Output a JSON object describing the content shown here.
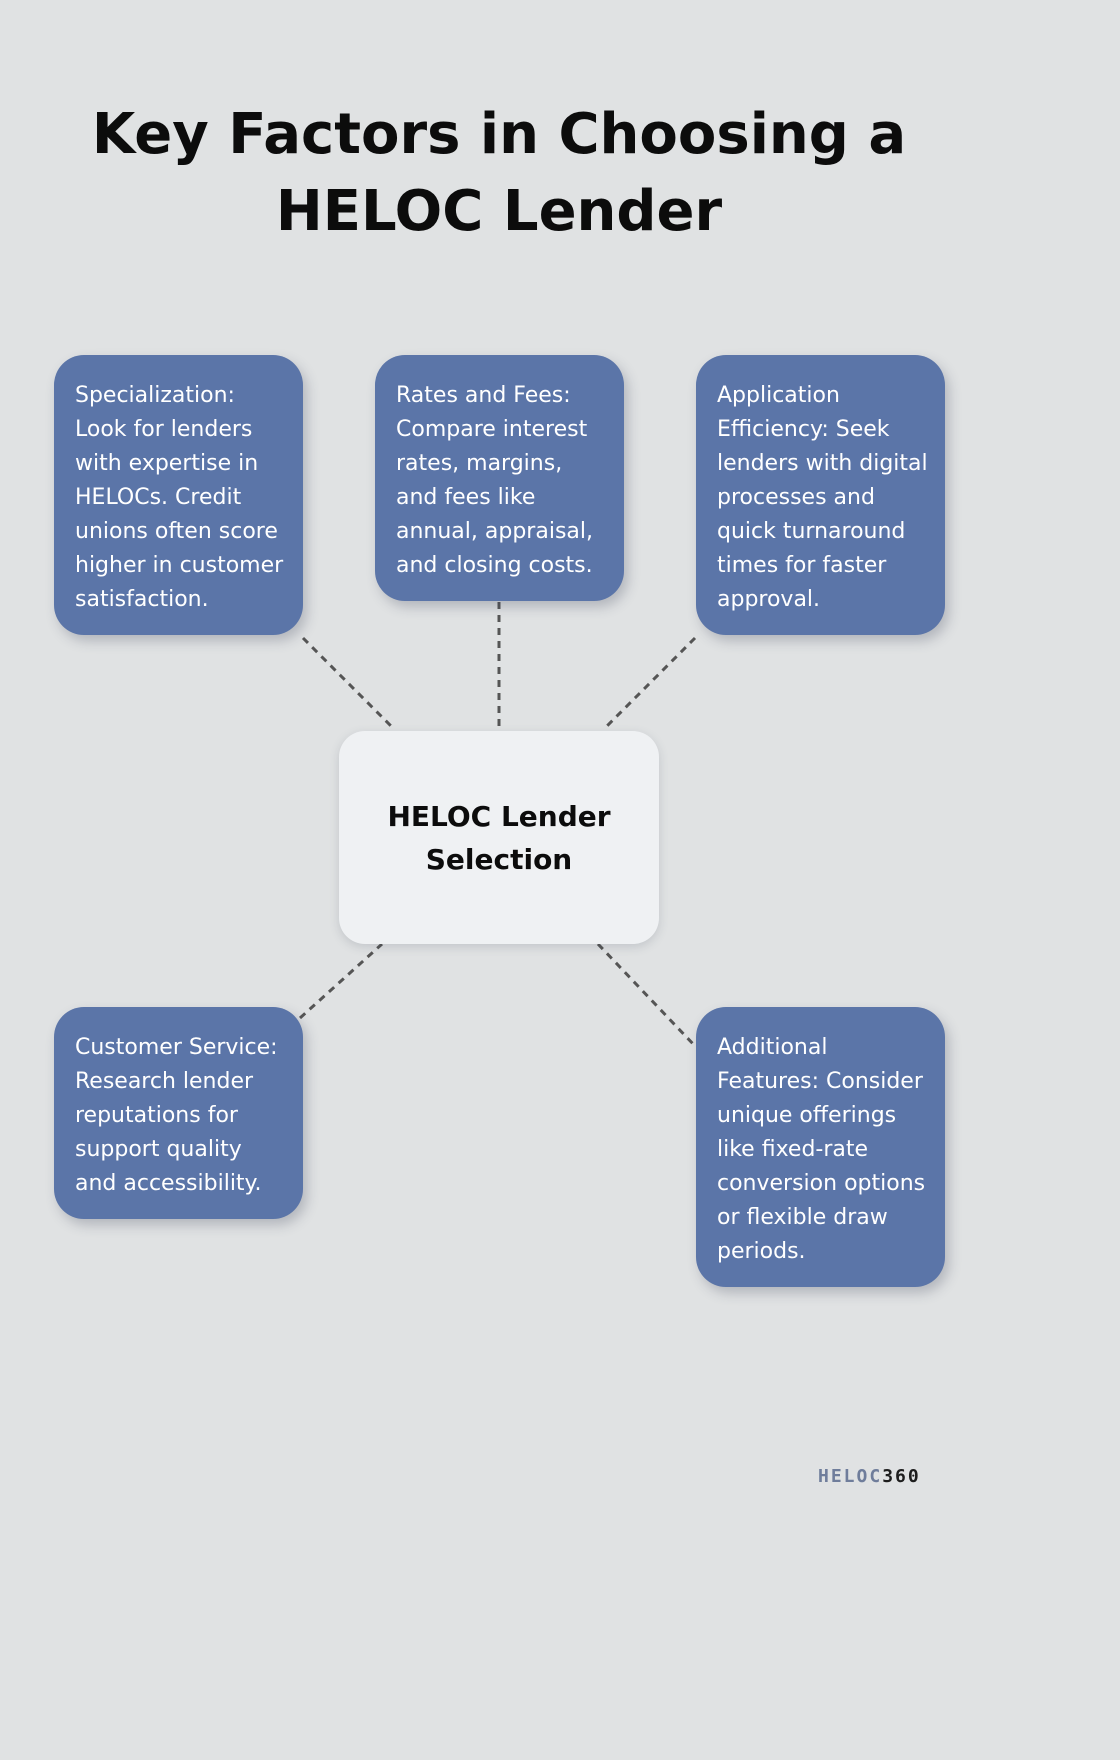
{
  "title": "Key Factors in Choosing a HELOC Lender",
  "center": {
    "label": "HELOC Lender Selection"
  },
  "factors": [
    {
      "text": "Specialization: Look for lenders with expertise in HELOCs. Credit unions often score higher in customer satisfaction."
    },
    {
      "text": "Rates and Fees: Compare interest rates, margins, and fees like annual, appraisal, and closing costs."
    },
    {
      "text": "Application Efficiency: Seek lenders with digital processes and quick turnaround times for faster approval."
    },
    {
      "text": "Customer Service: Research lender reputations for support quality and accessibility."
    },
    {
      "text": "Additional Features: Consider unique offerings like fixed-rate conversion options or flexible draw periods."
    }
  ],
  "logo": {
    "part1": "HELOC",
    "part2": "360"
  },
  "colors": {
    "background": "#e0e2e3",
    "card": "#5b75a8",
    "hub": "#eff1f3",
    "connector": "#555555"
  }
}
